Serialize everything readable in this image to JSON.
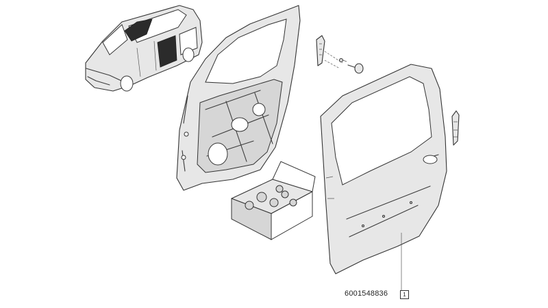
{
  "diagram": {
    "part_number": "6001548836",
    "callout": "1",
    "parts": [
      "vehicle-overview",
      "door-inner-frame",
      "door-outer-skin",
      "fastener-bracket",
      "screw",
      "side-bracket",
      "fastener-kit-box"
    ]
  }
}
